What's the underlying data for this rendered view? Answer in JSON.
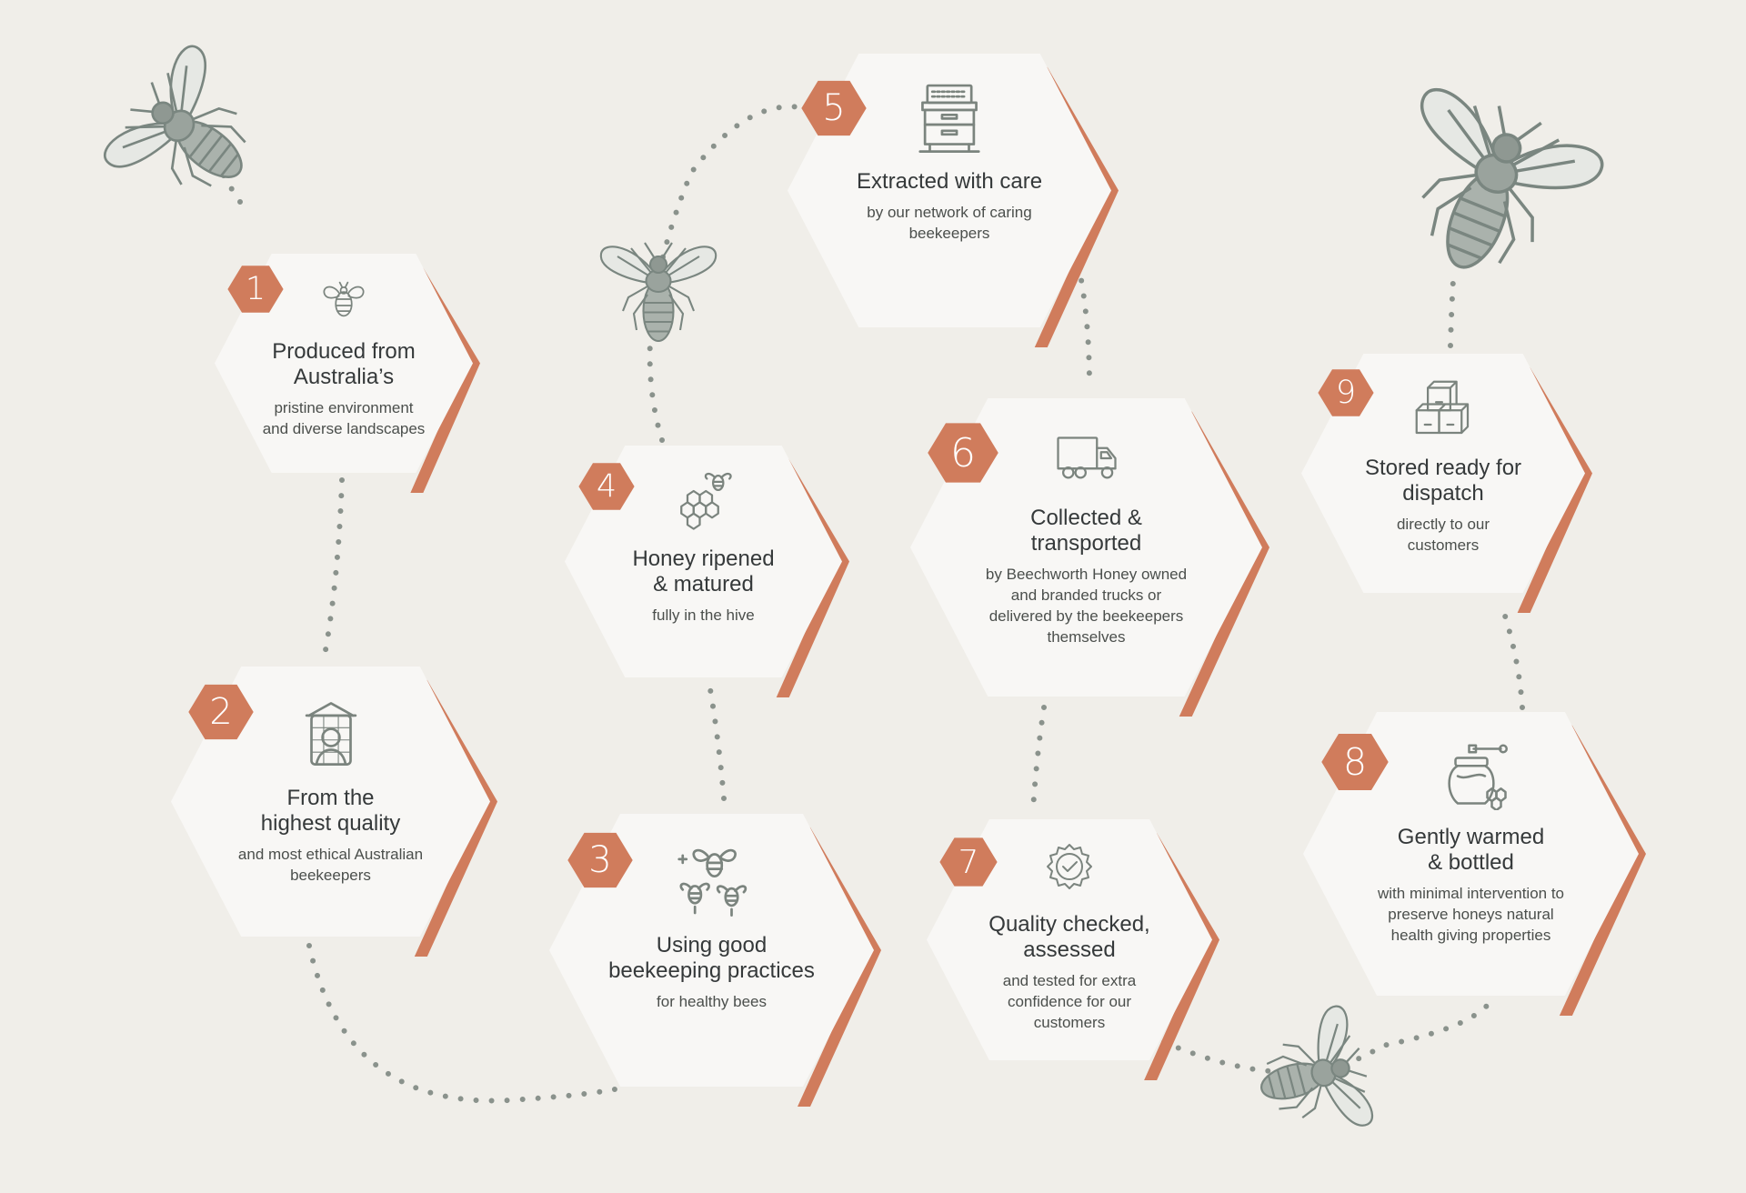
{
  "colors": {
    "background": "#f0eee9",
    "hexagon_fill": "#f8f7f5",
    "accent": "#d07c5c",
    "icon_stroke": "#7b847e",
    "dots": "#8a928c"
  },
  "steps": [
    {
      "number": "1",
      "icon": "bee-icon",
      "title": "Produced from\nAustralia’s",
      "desc": "pristine environment\nand diverse landscapes"
    },
    {
      "number": "2",
      "icon": "beekeeper-icon",
      "title": "From the\nhighest quality",
      "desc": "and most ethical Australian\nbeekeepers"
    },
    {
      "number": "3",
      "icon": "healthy-bees-icon",
      "title": "Using good\nbeekeeping practices",
      "desc": "for healthy bees"
    },
    {
      "number": "4",
      "icon": "honeycomb-icon",
      "title": "Honey ripened\n& matured",
      "desc": "fully in the hive"
    },
    {
      "number": "5",
      "icon": "beehive-icon",
      "title": "Extracted with care",
      "desc": "by our network of caring\nbeekeepers"
    },
    {
      "number": "6",
      "icon": "truck-icon",
      "title": "Collected &\ntransported",
      "desc": "by Beechworth Honey owned\nand branded trucks or\ndelivered by the beekeepers\nthemselves"
    },
    {
      "number": "7",
      "icon": "quality-badge-icon",
      "title": "Quality checked,\nassessed",
      "desc": "and tested for extra\nconfidence for our\ncustomers"
    },
    {
      "number": "8",
      "icon": "honey-jar-icon",
      "title": "Gently warmed\n& bottled",
      "desc": "with minimal intervention to\npreserve honeys natural\nhealth giving properties"
    },
    {
      "number": "9",
      "icon": "boxes-icon",
      "title": "Stored ready for\ndispatch",
      "desc": "directly to our\ncustomers"
    }
  ]
}
